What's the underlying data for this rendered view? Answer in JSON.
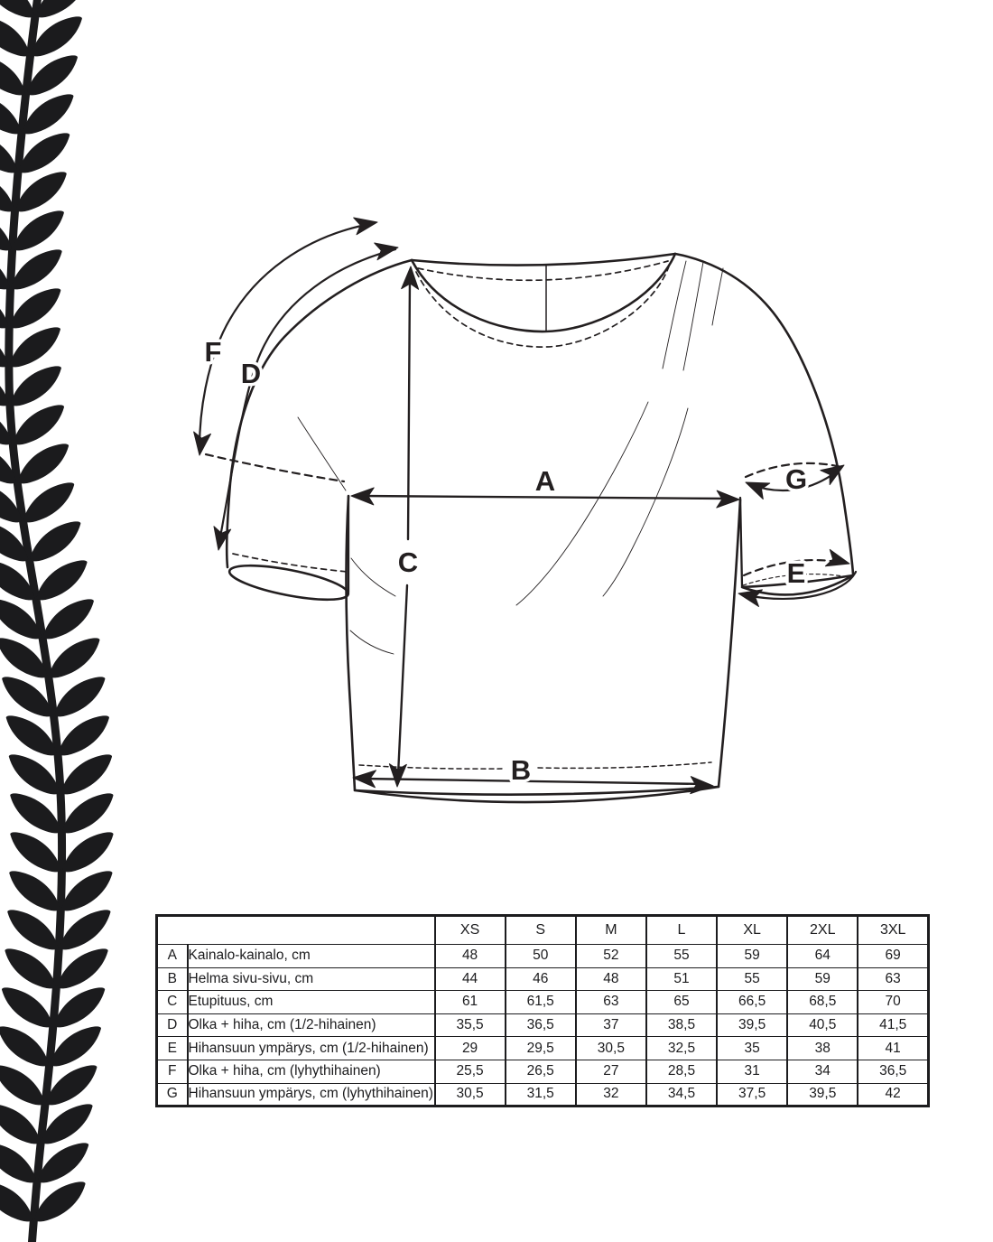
{
  "page": {
    "background": "#ffffff",
    "ink": "#231f20"
  },
  "diagram": {
    "labels": {
      "A": "A",
      "B": "B",
      "C": "C",
      "D": "D",
      "E": "E",
      "F": "F",
      "G": "G"
    }
  },
  "table": {
    "header": {
      "corner": "",
      "sizes": [
        "XS",
        "S",
        "M",
        "L",
        "XL",
        "2XL",
        "3XL"
      ]
    },
    "rows": [
      {
        "key": "A",
        "label": "Kainalo-kainalo, cm",
        "values": [
          "48",
          "50",
          "52",
          "55",
          "59",
          "64",
          "69"
        ]
      },
      {
        "key": "B",
        "label": "Helma sivu-sivu, cm",
        "values": [
          "44",
          "46",
          "48",
          "51",
          "55",
          "59",
          "63"
        ]
      },
      {
        "key": "C",
        "label": "Etupituus, cm",
        "values": [
          "61",
          "61,5",
          "63",
          "65",
          "66,5",
          "68,5",
          "70"
        ]
      },
      {
        "key": "D",
        "label": "Olka + hiha, cm (1/2-hihainen)",
        "values": [
          "35,5",
          "36,5",
          "37",
          "38,5",
          "39,5",
          "40,5",
          "41,5"
        ]
      },
      {
        "key": "E",
        "label": "Hihansuun ympärys, cm (1/2-hihainen)",
        "values": [
          "29",
          "29,5",
          "30,5",
          "32,5",
          "35",
          "38",
          "41"
        ]
      },
      {
        "key": "F",
        "label": "Olka + hiha, cm (lyhythihainen)",
        "values": [
          "25,5",
          "26,5",
          "27",
          "28,5",
          "31",
          "34",
          "36,5"
        ]
      },
      {
        "key": "G",
        "label": "Hihansuun ympärys, cm (lyhythihainen)",
        "values": [
          "30,5",
          "31,5",
          "32",
          "34,5",
          "37,5",
          "39,5",
          "42"
        ]
      }
    ]
  }
}
